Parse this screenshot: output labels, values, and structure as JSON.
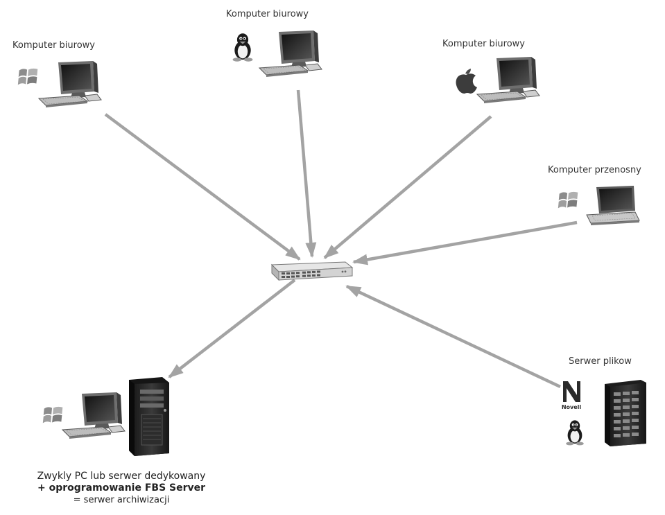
{
  "nodes": {
    "pc1": {
      "label": "Komputer biurowy",
      "os": "windows-logo-icon"
    },
    "pc2": {
      "label": "Komputer biurowy",
      "os": "linux-penguin-icon"
    },
    "pc3": {
      "label": "Komputer biurowy",
      "os": "apple-logo-icon"
    },
    "laptop": {
      "label": "Komputer przenosny",
      "os": "windows-logo-icon"
    },
    "switch": {
      "label": "",
      "icon": "network-switch-icon"
    },
    "fileserver": {
      "label": "Serwer plikow",
      "os": [
        "novell-logo-icon",
        "linux-penguin-icon"
      ],
      "novell_text": "Novell"
    },
    "archive": {
      "line1": "Zwykly PC lub  serwer dedykowany",
      "line2": "+ oprogramowanie FBS Server",
      "line3": "= serwer archiwizacji",
      "os": "windows-logo-icon"
    }
  },
  "colors": {
    "arrow": "#a3a3a3",
    "device_dark": "#2b2b2b",
    "device_mid": "#6b6b6b",
    "device_light": "#cfcfcf"
  }
}
